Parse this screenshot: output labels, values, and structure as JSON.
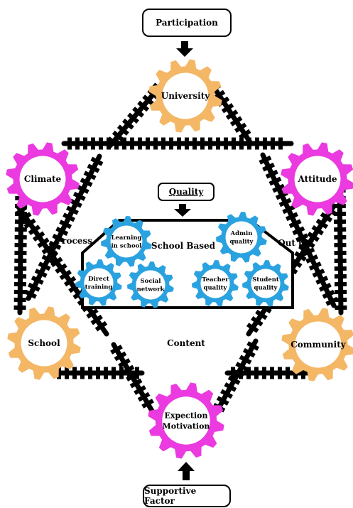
{
  "labels": {
    "participation": "Participation",
    "quality": "Quality",
    "supportive_factor": "Supportive Factor",
    "process": "Process",
    "output": "Out put",
    "content": "Content",
    "school_based": "School Based"
  },
  "outer_gears": [
    {
      "id": "university",
      "lines": [
        "University"
      ],
      "color": "orange"
    },
    {
      "id": "climate",
      "lines": [
        "Climate"
      ],
      "color": "magenta"
    },
    {
      "id": "attitude",
      "lines": [
        "Attitude"
      ],
      "color": "magenta"
    },
    {
      "id": "school",
      "lines": [
        "School"
      ],
      "color": "orange"
    },
    {
      "id": "community",
      "lines": [
        "Community"
      ],
      "color": "orange"
    },
    {
      "id": "expection-motivation",
      "lines": [
        "Expection",
        "Motivation"
      ],
      "color": "magenta"
    }
  ],
  "inner_gears": [
    {
      "id": "learning-in-school",
      "lines": [
        "Learning",
        "in school"
      ]
    },
    {
      "id": "admin-quality",
      "lines": [
        "Admin",
        "quality"
      ]
    },
    {
      "id": "direct-training",
      "lines": [
        "Direct",
        "training"
      ]
    },
    {
      "id": "social-network",
      "lines": [
        "Social",
        "network"
      ]
    },
    {
      "id": "teacher-quality",
      "lines": [
        "Teacher",
        "quality"
      ]
    },
    {
      "id": "student-quality",
      "lines": [
        "Student",
        "quality"
      ]
    }
  ],
  "colors": {
    "orange": "#F4B766",
    "magenta": "#EA3AE0",
    "blue": "#2AA2E0",
    "chain": "#000000"
  }
}
